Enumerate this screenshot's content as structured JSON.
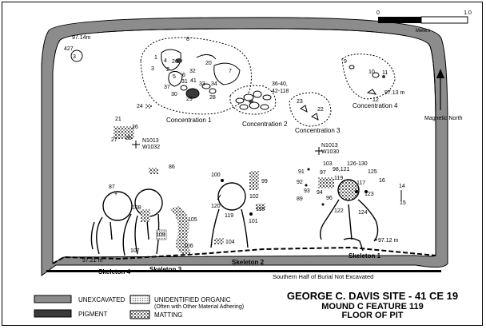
{
  "title": {
    "line1": "GEORGE C. DAVIS SITE - 41 CE 19",
    "line2": "MOUND C FEATURE 119",
    "line3": "FLOOR OF PIT"
  },
  "scale_bar": {
    "start": "0",
    "end": "1.0",
    "unit": "Meters"
  },
  "north_arrow": {
    "label": "Magnetic North"
  },
  "legend": {
    "unexcavated": "UNEXCAVATED",
    "pigment": "PIGMENT",
    "organic": "UNIDENTIFIED ORGANIC",
    "organic_note": "(Often with Other Material Adhering)",
    "matting": "MATTING"
  },
  "concentrations": {
    "c1": "Concentration 1",
    "c2": "Concentration 2",
    "c3": "Concentration 3",
    "c4": "Concentration 4"
  },
  "skeletons": {
    "s1": "Skeleton 1",
    "s2": "Skeleton 2",
    "s3": "Skeleton 3",
    "s4": "Skeleton 4"
  },
  "notes": {
    "southern_half": "Southern Half of Burial Not Excavated"
  },
  "datums": {
    "n1013_w1032_a": "N1013",
    "n1013_w1032_b": "W1032",
    "n1013_w1030_a": "N1013",
    "n1013_w1030_b": "W1030"
  },
  "elevations": {
    "nw": "97.14m",
    "ne": "97.13 m",
    "sw": "97.21 m",
    "se": "97.12 m"
  },
  "artifact_labels": {
    "a427": "427",
    "a3a": "3",
    "a8": "8",
    "a1": "1",
    "a4": "4",
    "a26": "26",
    "a3": "3",
    "a2": "2",
    "a5": "5",
    "a6": "6",
    "a32": "32",
    "a20": "20",
    "a7": "7",
    "a31": "31",
    "a37": "37",
    "a41": "41",
    "a33": "33",
    "a34": "34",
    "a30": "30",
    "a29": "29",
    "a28": "28",
    "a36_40": "36-40,",
    "a42_118": "42-118",
    "a23": "23",
    "a22": "22",
    "a9": "9",
    "a10": "10",
    "a11": "11",
    "a12": "12",
    "a24": "24",
    "a21": "21",
    "a26b": "26",
    "a27": "27",
    "a25": "25",
    "a86": "86",
    "a87": "87",
    "a100": "100",
    "a99": "99",
    "a103": "103",
    "a126_130": "126-130",
    "a91": "91",
    "a97": "97",
    "a98_121": "98,121",
    "a125": "125",
    "a16": "16",
    "a119": "119",
    "a92": "92",
    "a117": "117",
    "a93": "93",
    "a94": "94",
    "a89": "89",
    "a96": "96",
    "a123": "123",
    "a14": "14",
    "a15": "15",
    "a122": "122",
    "a124": "124",
    "a108": "108",
    "a120": "120",
    "a102": "102",
    "a110": "110",
    "a119b": "119",
    "a101": "101",
    "a105": "105",
    "a109": "109",
    "a104": "104",
    "a106": "106",
    "a107": "107"
  },
  "colors": {
    "unexcavated": "#8c8c8c",
    "pigment": "#3a3a3a",
    "ink": "#000000",
    "paper": "#ffffff"
  }
}
